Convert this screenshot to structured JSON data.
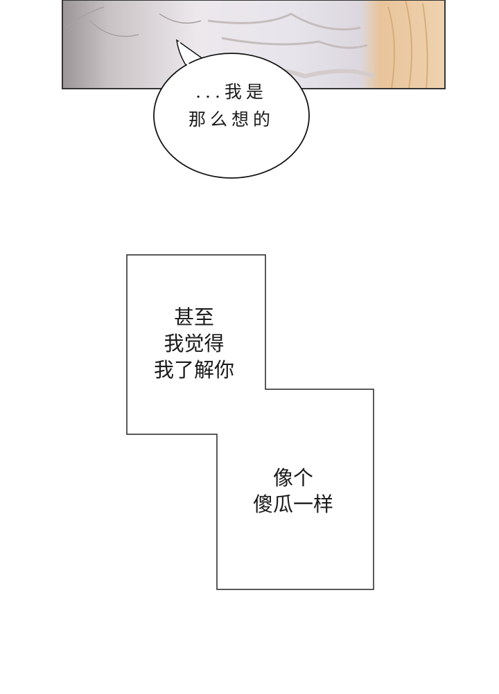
{
  "panel_top": {
    "colors": {
      "shirt": "#bdb7b9",
      "dress": "#e9e6ee",
      "hair": "#e6c49c",
      "border": "#333333"
    }
  },
  "speech_bubble": {
    "lines": [
      "...我是",
      "那么想的"
    ]
  },
  "narration_box_1": {
    "lines": [
      "甚至",
      "我觉得",
      "我了解你"
    ]
  },
  "narration_box_2": {
    "lines": [
      "像个",
      "傻瓜一样"
    ]
  }
}
